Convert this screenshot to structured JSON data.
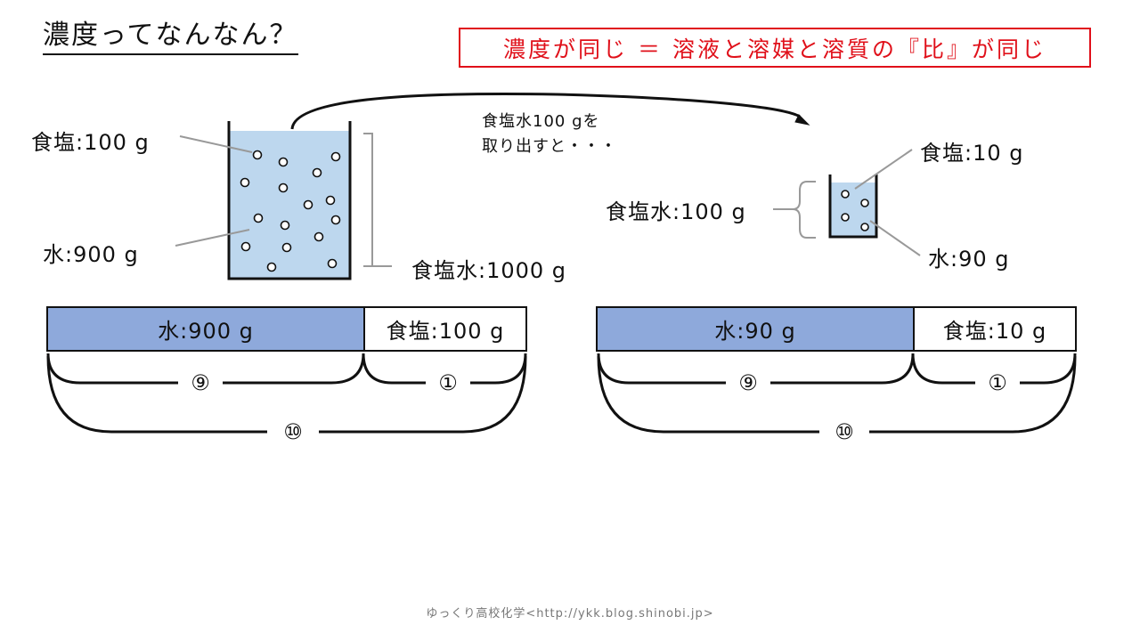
{
  "title": "濃度ってなんなん？",
  "rule": "濃度が同じ ＝ 溶液と溶媒と溶質の『比』が同じ",
  "left": {
    "salt_label": "食塩:100 g",
    "water_label": "水:900 g",
    "solution_label": "食塩水:1000 g"
  },
  "transfer": {
    "line1": "食塩水100 gを",
    "line2": "取り出すと・・・"
  },
  "right": {
    "salt_label": "食塩:10 g",
    "water_label": "水:90 g",
    "solution_label": "食塩水:100 g"
  },
  "bars_left": {
    "water": "水:900 g",
    "salt": "食塩:100 g",
    "ratio_water": "⑨",
    "ratio_salt": "①",
    "ratio_total": "⑩"
  },
  "bars_right": {
    "water": "水:90 g",
    "salt": "食塩:10 g",
    "ratio_water": "⑨",
    "ratio_salt": "①",
    "ratio_total": "⑩"
  },
  "footer": "ゆっくり高校化学<http://ykk.blog.shinobi.jp>",
  "colors": {
    "water_fill": "#bdd7ee",
    "bar_water": "#8ea9db",
    "rule_red": "#e0101a"
  }
}
